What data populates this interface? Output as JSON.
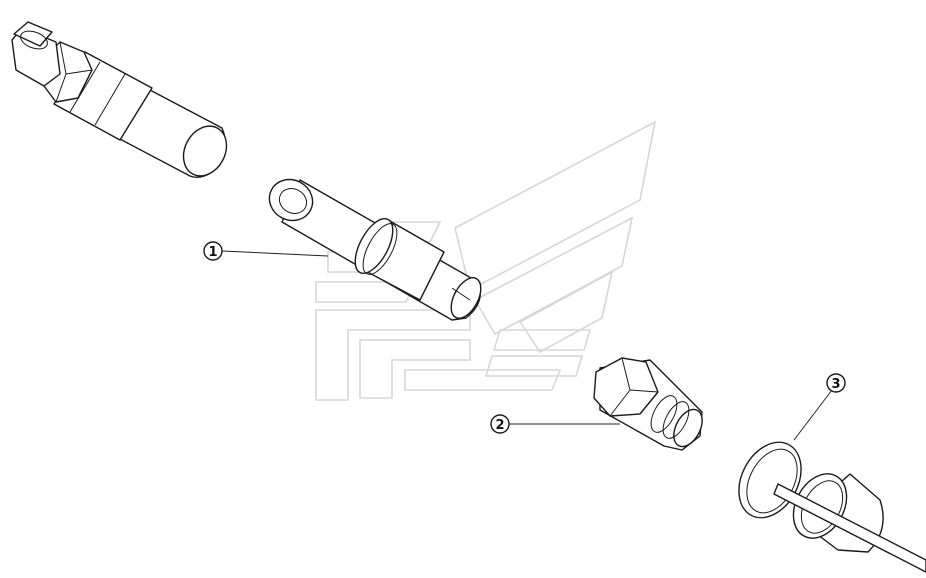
{
  "callouts": [
    {
      "id": "c1",
      "label": "1"
    },
    {
      "id": "c2",
      "label": "2"
    },
    {
      "id": "c3",
      "label": "3"
    }
  ]
}
